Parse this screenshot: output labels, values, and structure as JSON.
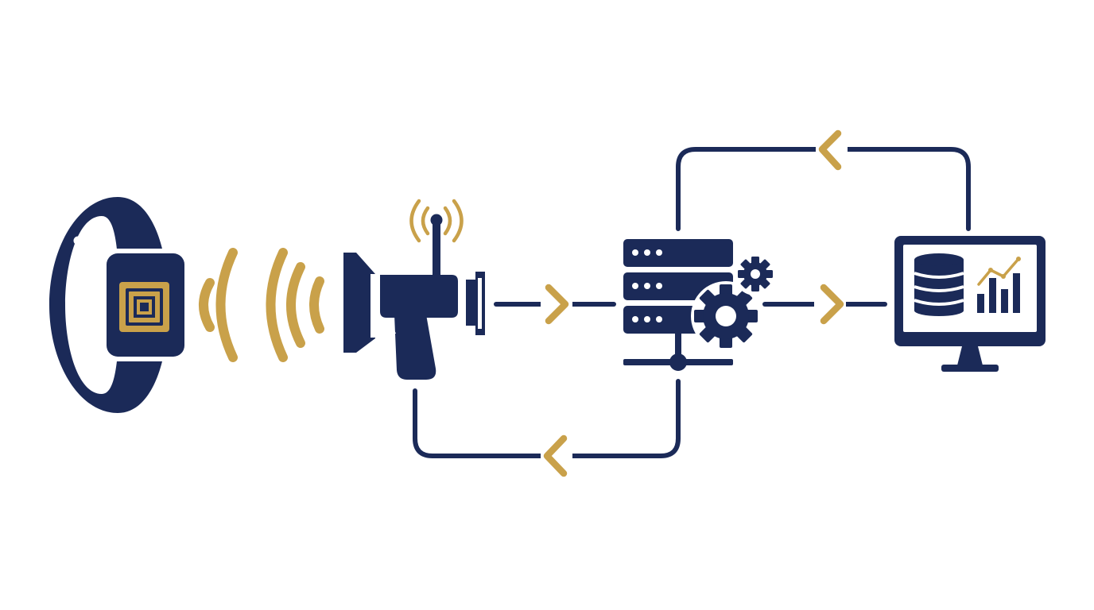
{
  "colors": {
    "navy": "#1b2a58",
    "gold": "#c9a14a",
    "background": "#ffffff"
  },
  "nodes": [
    {
      "id": "wristband",
      "icon": "rfid-wristband-icon"
    },
    {
      "id": "reader",
      "icon": "handheld-rfid-reader-icon"
    },
    {
      "id": "server",
      "icon": "server-with-gears-icon"
    },
    {
      "id": "dashboard",
      "icon": "analytics-monitor-icon"
    }
  ],
  "connectors": [
    {
      "from": "wristband",
      "to": "reader",
      "style": "radio-waves"
    },
    {
      "from": "reader",
      "to": "server",
      "direction": "forward"
    },
    {
      "from": "server",
      "to": "dashboard",
      "direction": "forward"
    },
    {
      "from": "dashboard",
      "to": "server",
      "direction": "return",
      "route": "top-loop"
    },
    {
      "from": "server",
      "to": "reader",
      "direction": "return",
      "route": "bottom-loop"
    }
  ]
}
